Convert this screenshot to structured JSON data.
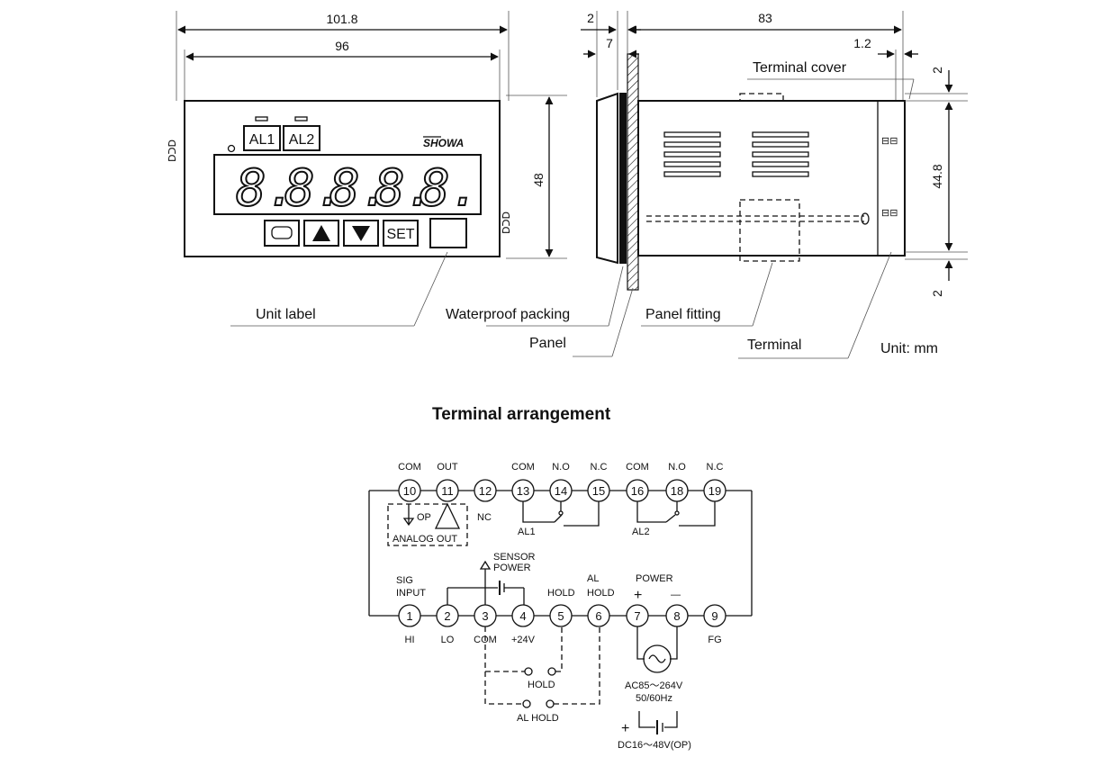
{
  "dimensions": {
    "front_outer_width": "101.8",
    "front_panel_width": "96",
    "front_height": "48",
    "side_flange": "2",
    "side_bezel": "7",
    "side_depth": "83",
    "side_cover": "1.2",
    "side_top_gap": "2",
    "side_body_height": "44.8",
    "side_bottom_gap": "2"
  },
  "front_panel": {
    "brand": "SHOWA",
    "al1": "AL1",
    "al2": "AL2",
    "digits": [
      "8.",
      "8.",
      "8.",
      "8.",
      "8."
    ],
    "button_up": "▲",
    "button_down": "▼",
    "button_set": "SET"
  },
  "callouts": {
    "unit_label": "Unit label",
    "waterproof_packing": "Waterproof packing",
    "panel": "Panel",
    "panel_fitting": "Panel fitting",
    "terminal_cover": "Terminal cover",
    "terminal": "Terminal",
    "unit": "Unit: mm"
  },
  "terminal_arrangement": {
    "title": "Terminal arrangement",
    "top_row": [
      {
        "num": "10",
        "label": "COM"
      },
      {
        "num": "11",
        "label": "OUT"
      },
      {
        "num": "12",
        "label": ""
      },
      {
        "num": "13",
        "label": "COM"
      },
      {
        "num": "14",
        "label": "N.O"
      },
      {
        "num": "15",
        "label": "N.C"
      },
      {
        "num": "16",
        "label": "COM"
      },
      {
        "num": "18",
        "label": "N.O"
      },
      {
        "num": "19",
        "label": "N.C"
      }
    ],
    "bottom_row": [
      {
        "num": "1",
        "label": "HI"
      },
      {
        "num": "2",
        "label": "LO"
      },
      {
        "num": "3",
        "label": "COM"
      },
      {
        "num": "4",
        "label": "+24V"
      },
      {
        "num": "5",
        "label": ""
      },
      {
        "num": "6",
        "label": ""
      },
      {
        "num": "7",
        "label": ""
      },
      {
        "num": "8",
        "label": ""
      },
      {
        "num": "9",
        "label": "FG"
      }
    ],
    "nc": "NC",
    "op": "OP",
    "analog_out": "ANALOG OUT",
    "al1": "AL1",
    "al2": "AL2",
    "sensor": "SENSOR",
    "power_word": "POWER",
    "sig": "SIG",
    "input": "INPUT",
    "hold": "HOLD",
    "al": "AL",
    "al_hold_top": "HOLD",
    "power": "POWER",
    "plus": "+",
    "minus": "—",
    "hold_switch": "HOLD",
    "al_hold_switch": "AL HOLD",
    "ac_supply": "AC85～264V",
    "freq": "50/60Hz",
    "dc_supply": "DC16～48V(OP)"
  }
}
